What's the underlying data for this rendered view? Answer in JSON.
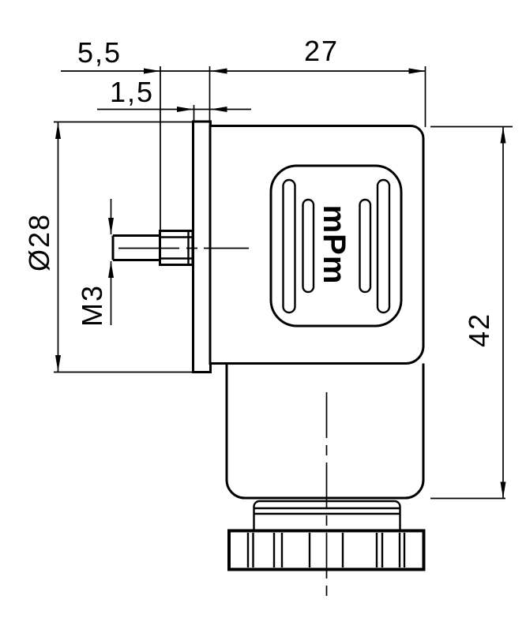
{
  "page": {
    "background": "#ffffff",
    "line_color": "#000000"
  },
  "drawing": {
    "logo_text": "mPm",
    "dim_screw_protrusion": "5,5",
    "dim_flange_thickness": "1,5",
    "dim_body_width": "27",
    "dim_flange_diameter": "Ø28",
    "dim_thread": "M3",
    "dim_overall_height": "42"
  }
}
